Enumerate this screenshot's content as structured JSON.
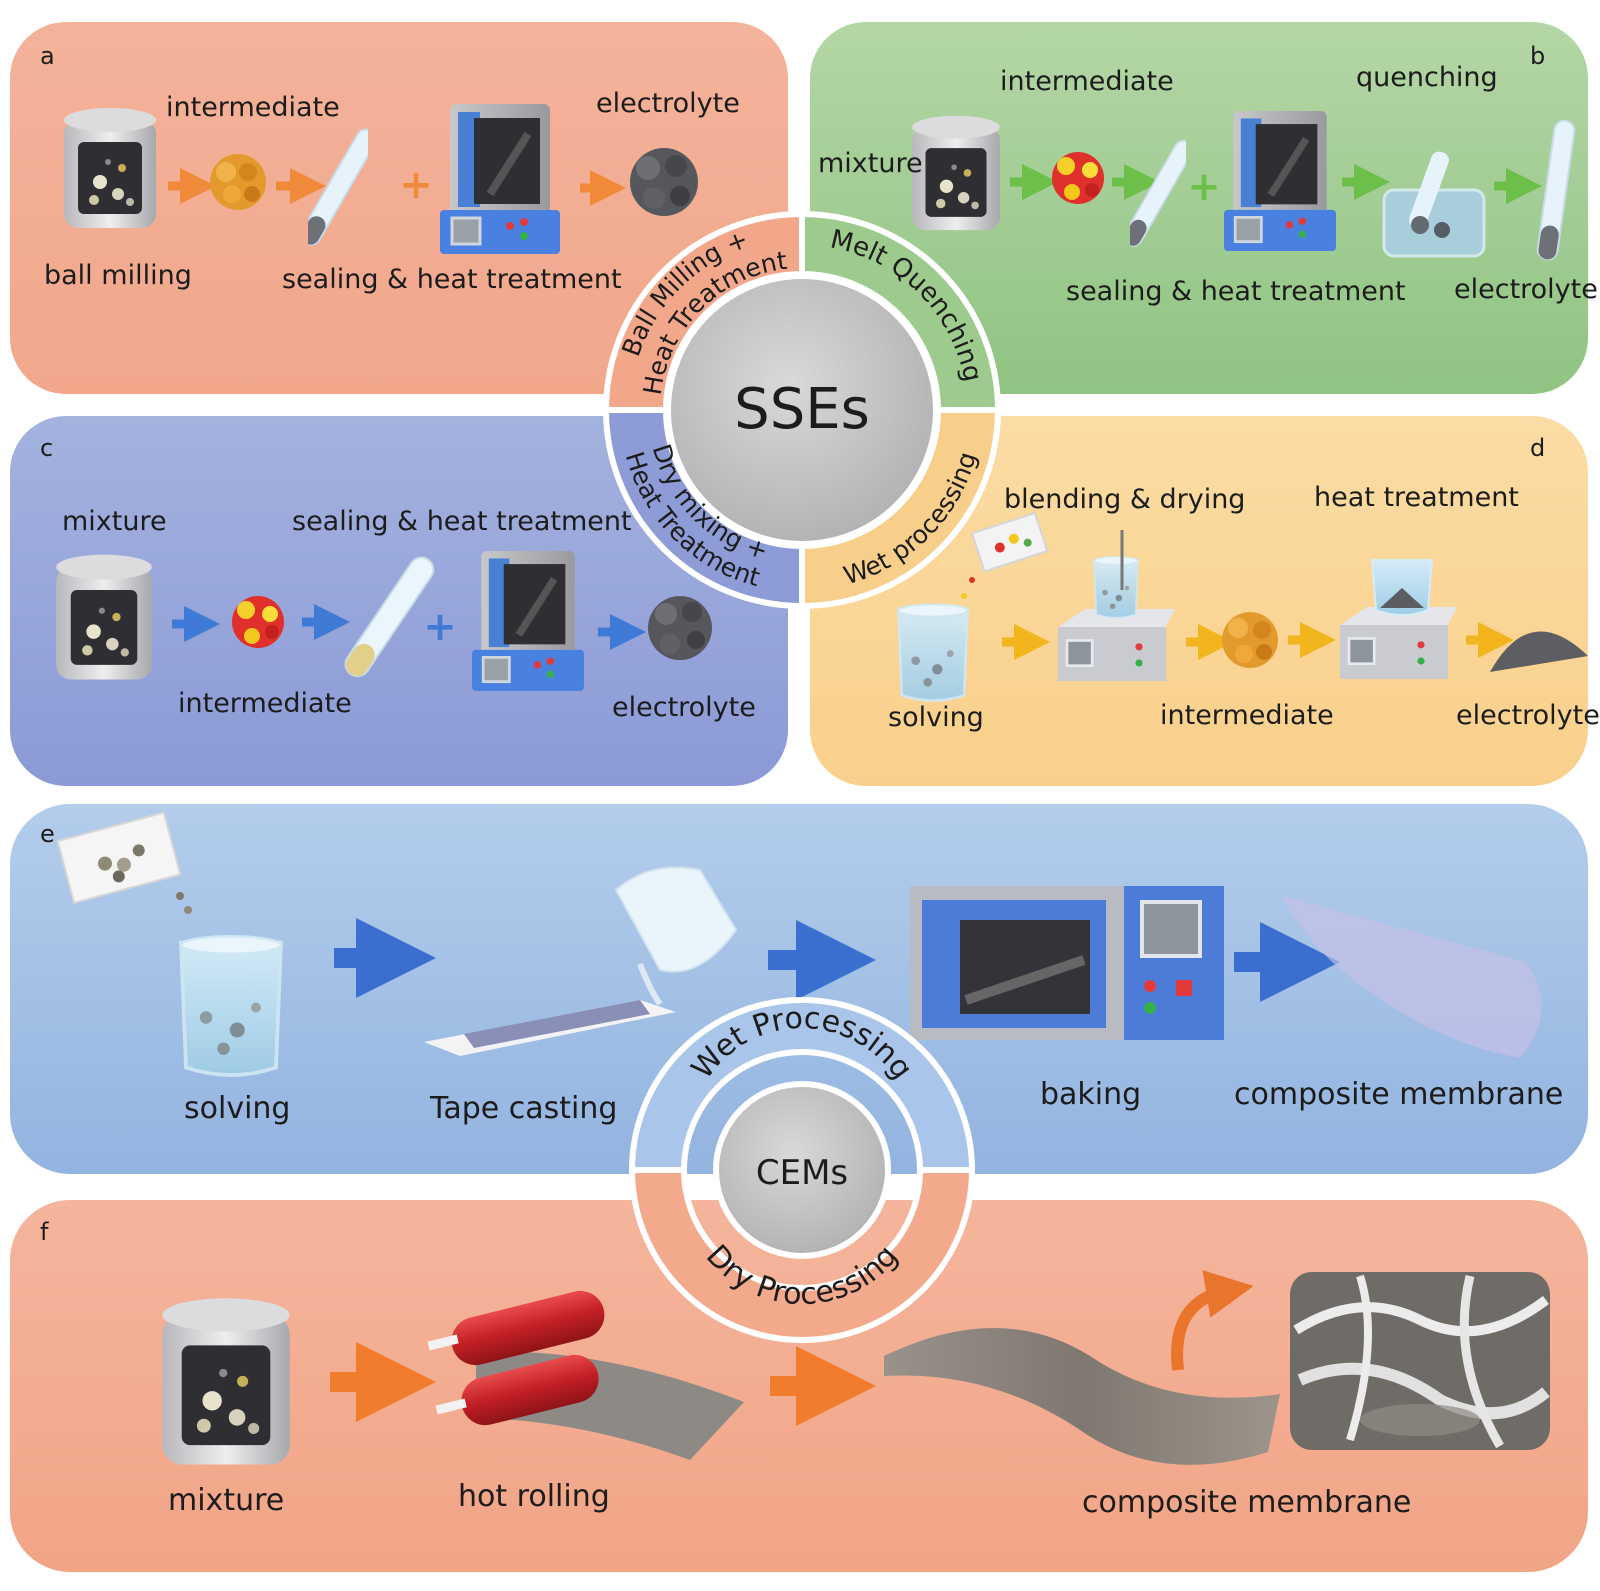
{
  "panels": {
    "a": {
      "letter": "a",
      "labels": {
        "intermediate": "intermediate",
        "electrolyte": "electrolyte",
        "ball_milling": "ball milling",
        "sealing": "sealing & heat treatment"
      }
    },
    "b": {
      "letter": "b",
      "labels": {
        "intermediate": "intermediate",
        "quenching": "quenching",
        "mixture": "mixture",
        "sealing": "sealing & heat treatment",
        "electrolyte": "electrolyte"
      }
    },
    "c": {
      "letter": "c",
      "labels": {
        "mixture": "mixture",
        "sealing": "sealing & heat treatment",
        "intermediate": "intermediate",
        "electrolyte": "electrolyte"
      }
    },
    "d": {
      "letter": "d",
      "labels": {
        "blending": "blending & drying",
        "heat": "heat treatment",
        "solving": "solving",
        "intermediate": "intermediate",
        "electrolyte": "electrolyte"
      }
    },
    "e": {
      "letter": "e",
      "labels": {
        "solving": "solving",
        "tape": "Tape casting",
        "baking": "baking",
        "composite": "composite membrane"
      }
    },
    "f": {
      "letter": "f",
      "labels": {
        "mixture": "mixture",
        "rolling": "hot rolling",
        "composite": "composite membrane"
      }
    }
  },
  "hub_sse": {
    "center": "SSEs",
    "ring": {
      "a_line1": "Ball Milling +",
      "a_line2": "Heat Treatment",
      "b": "Melt Quenching",
      "c_line1": "Dry mixing +",
      "c_line2": "Heat Treatment",
      "d": "Wet processing"
    }
  },
  "hub_cem": {
    "center": "CEMs",
    "ring": {
      "top": "Wet Processing",
      "bottom": "Dry Processing"
    }
  },
  "colors": {
    "arrow_a": "#f08a3a",
    "arrow_b": "#6cc04a",
    "arrow_c": "#3f7ad6",
    "arrow_d": "#f2b51e",
    "arrow_e": "#3a6fcf",
    "arrow_f": "#f07d2e"
  }
}
